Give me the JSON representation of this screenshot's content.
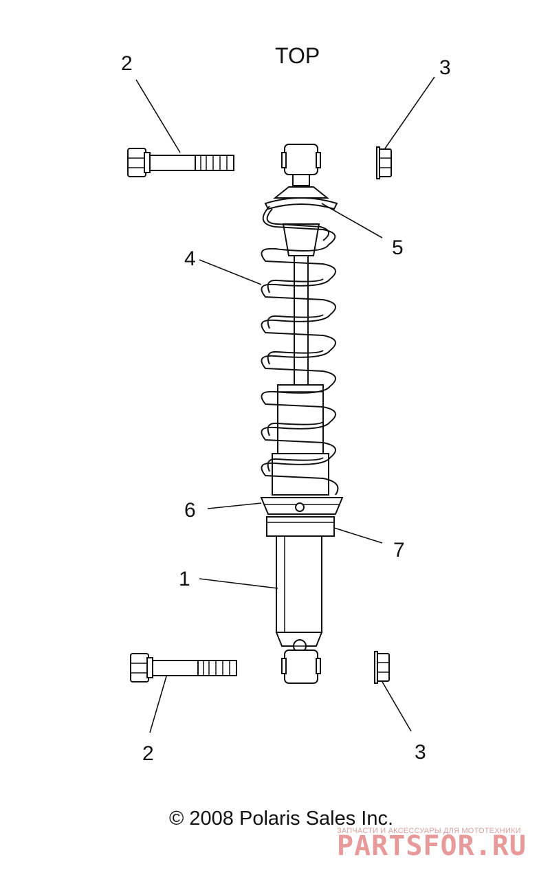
{
  "diagram": {
    "orientation_label": "TOP",
    "callouts": [
      "1",
      "2",
      "2",
      "3",
      "3",
      "4",
      "5",
      "6",
      "7"
    ],
    "copyright": "© 2008 Polaris Sales Inc.",
    "watermark": {
      "tagline": "ЗАПЧАСТИ И АКСЕССУАРЫ ДЛЯ МОТОТЕХНИКИ",
      "brand": "PARTSFOR.RU"
    },
    "colors": {
      "line": "#111111",
      "watermark": "#e89a9a"
    }
  }
}
